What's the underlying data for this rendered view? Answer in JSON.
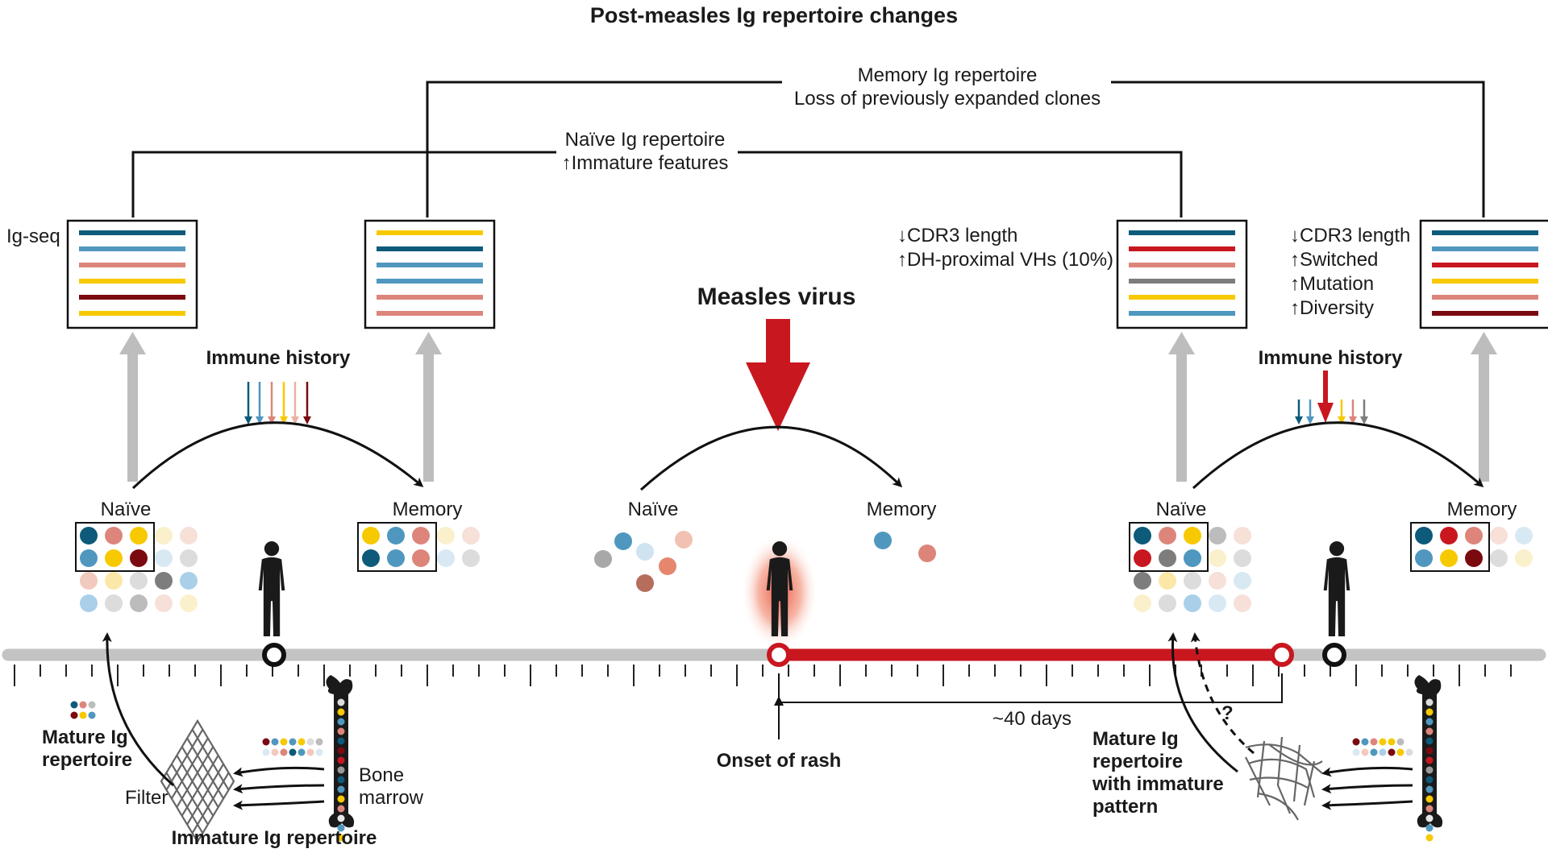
{
  "title": "Post-measles Ig repertoire changes",
  "memory_bracket": {
    "line1": "Memory Ig repertoire",
    "line2": "Loss of previously expanded clones"
  },
  "naive_bracket": {
    "line1": "Naïve Ig repertoire",
    "line2": "↑Immature features"
  },
  "ig_seq_label": "Ig-seq",
  "immune_history_label": "Immune history",
  "measles_virus_label": "Measles virus",
  "naive_label": "Naïve",
  "memory_label": "Memory",
  "post_naive_changes": [
    "↓CDR3 length",
    "↑DH-proximal VHs (10%)"
  ],
  "post_memory_changes": [
    "↓CDR3 length",
    "↑Switched",
    "↑Mutation",
    "↑Diversity"
  ],
  "mature_ig_repertoire": [
    "Mature Ig",
    "repertoire"
  ],
  "filter_label": "Filter",
  "bone_marrow": [
    "Bone",
    "marrow"
  ],
  "immature_ig_repertoire": "Immature Ig repertoire",
  "onset_of_rash": "Onset of rash",
  "duration": "~40 days",
  "question_mark": "?",
  "mature_immature_pattern": [
    "Mature Ig",
    "repertoire",
    "with immature",
    "pattern"
  ],
  "colors": {
    "dark_blue": "#0d5a7a",
    "blue": "#4f97be",
    "salmon": "#dd857b",
    "yellow": "#f7c900",
    "dark_red": "#7b0a10",
    "red": "#c91720",
    "gray": "#7d7d7d",
    "timeline": "#c3c3c3",
    "light_gray_arrow": "#bdbdbd"
  },
  "ig_seq_boxes": [
    {
      "lines": [
        "dark_blue",
        "blue",
        "salmon",
        "yellow",
        "dark_red",
        "yellow"
      ]
    },
    {
      "lines": [
        "yellow",
        "dark_blue",
        "blue",
        "blue",
        "salmon",
        "salmon"
      ]
    },
    {
      "lines": [
        "dark_blue",
        "red",
        "salmon",
        "gray",
        "yellow",
        "blue"
      ]
    },
    {
      "lines": [
        "dark_blue",
        "blue",
        "red",
        "yellow",
        "salmon",
        "dark_red"
      ]
    }
  ],
  "icons": [
    "person-icon",
    "person-glowing-icon",
    "bone-icon",
    "filter-mesh-icon",
    "damaged-filter-icon"
  ]
}
